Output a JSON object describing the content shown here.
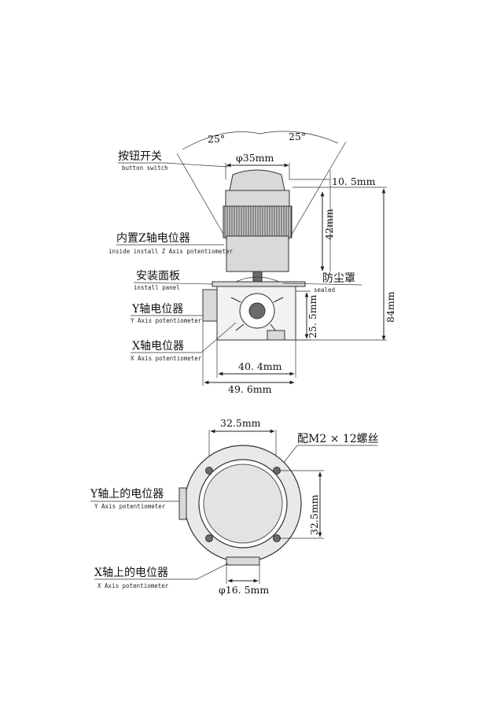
{
  "top_view": {
    "angle_left": "25°",
    "angle_right": "25°",
    "button_switch": {
      "cn": "按钮开关",
      "en": "button switch"
    },
    "diameter_top": "φ35mm",
    "dim_10_5": "10. 5mm",
    "dim_42": "42mm",
    "dim_84": "84mm",
    "inside_z_pot": {
      "cn": "内置Z轴电位器",
      "en": "inside install Z Axis potentiometer"
    },
    "install_panel": {
      "cn": "安装面板",
      "en": "install panel"
    },
    "dust_cover": {
      "cn": "防尘罩",
      "en": "sealed"
    },
    "y_pot": {
      "cn": "Y轴电位器",
      "en": "Y Axis potentiometer"
    },
    "dim_25_5": "25. 5mm",
    "x_pot": {
      "cn": "X轴电位器",
      "en": "X Axis potentiometer"
    },
    "dim_40_4": "40. 4mm",
    "dim_49_6": "49. 6mm"
  },
  "bottom_view": {
    "dim_32_5_h": "32.5mm",
    "screw_note": "配M2 × 12螺丝",
    "dim_32_5_v": "32.5mm",
    "y_pot_on": {
      "cn": "Y轴上的电位器",
      "en": "Y Axis potentiometer"
    },
    "x_pot_on": {
      "cn": "X轴上的电位器",
      "en": "X Axis potentiometer"
    },
    "diameter_bottom": "φ16. 5mm"
  }
}
